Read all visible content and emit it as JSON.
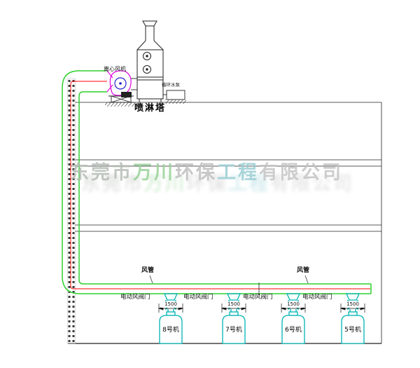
{
  "drawing": {
    "watermark": {
      "text": "东莞市万川环保工程有限公司",
      "segments": [
        {
          "text": "东莞市",
          "color": "#b4bbb4"
        },
        {
          "text": "万川",
          "color": "#95d095"
        },
        {
          "text": "环保",
          "color": "#bdbdbd"
        },
        {
          "text": "工程",
          "color": "#97cdd3"
        },
        {
          "text": "有限公司",
          "color": "#c3c3c3"
        }
      ]
    },
    "labels": {
      "fan": "离心风机",
      "tower": "喷淋塔",
      "pump": "循环水泵",
      "duct_left": "风管",
      "duct_right": "风管"
    },
    "branches": [
      {
        "valve_label": "电动风阀门",
        "dimension": "1500",
        "machine": "8号机"
      },
      {
        "valve_label": "电动风阀门",
        "dimension": "1500",
        "machine": "7号机"
      },
      {
        "valve_label": "电动风阀门",
        "dimension": "1500",
        "machine": "6号机"
      },
      {
        "valve_label": "电动风阀门",
        "dimension": "1500",
        "machine": "5号机"
      }
    ],
    "colors": {
      "duct_green": "#2fd12f",
      "centerline_red": "#ff0000",
      "equipment_cyan": "#00b4b4",
      "fan_magenta": "#e000e0",
      "fan_blue": "#2222cc",
      "line_black": "#222222"
    }
  }
}
